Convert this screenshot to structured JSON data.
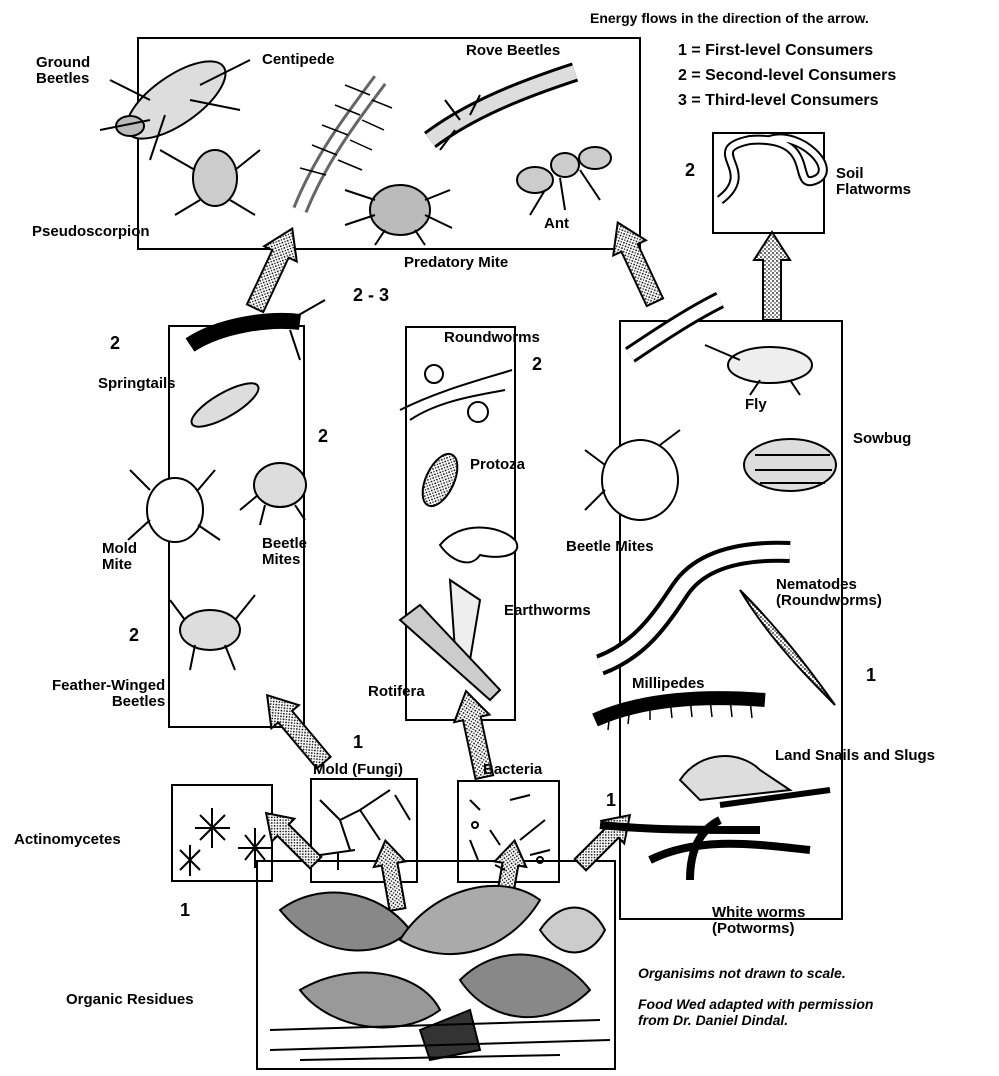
{
  "header": {
    "direction_note": "Energy flows in the direction of the arrow."
  },
  "legend": {
    "items": [
      "1 = First-level Consumers",
      "2 = Second-level Consumers",
      "3 = Third-level Consumers"
    ]
  },
  "organisms": {
    "ground_beetles": "Ground\nBeetles",
    "centipede": "Centipede",
    "rove_beetles": "Rove Beetles",
    "pseudoscorpion": "Pseudoscorpion",
    "ant": "Ant",
    "predatory_mite": "Predatory Mite",
    "soil_flatworms": "Soil\nFlatworms",
    "springtails": "Springtails",
    "mold_mite": "Mold\nMite",
    "beetle_mites_left": "Beetle\nMites",
    "feather_winged_beetles": "Feather-Winged\nBeetles",
    "roundworms": "Roundworms",
    "protoza": "Protoza",
    "rotifera": "Rotifera",
    "fly": "Fly",
    "sowbug": "Sowbug",
    "beetle_mites_right": "Beetle Mites",
    "earthworms": "Earthworms",
    "nematodes": "Nematodes\n(Roundworms)",
    "millipedes": "Millipedes",
    "land_snails": "Land Snails and Slugs",
    "white_worms": "White worms\n(Potworms)",
    "mold_fungi": "Mold (Fungi)",
    "bacteria": "Bacteria",
    "actinomycetes": "Actinomycetes",
    "organic_residues": "Organic Residues"
  },
  "levels": {
    "flatworms": "2",
    "predators": "2 - 3",
    "left_top": "2",
    "left_mid": "2",
    "left_low": "2",
    "roundworms": "2",
    "right_1": "1",
    "fungi": "1",
    "right_low": "1",
    "actinomycetes": "1"
  },
  "notes": {
    "scale": "Organisims not drawn to scale.",
    "credit": "Food Wed adapted with permission\nfrom Dr. Daniel Dindal."
  }
}
